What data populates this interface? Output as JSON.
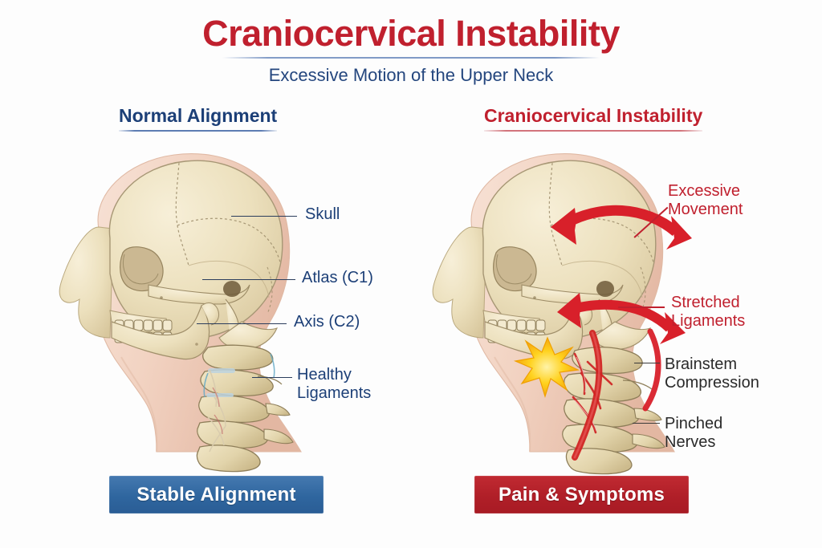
{
  "header": {
    "title": "Craniocervical Instability",
    "subtitle": "Excessive Motion of the Upper Neck",
    "title_color": "#c0202e",
    "subtitle_color": "#24467e"
  },
  "panels": {
    "left": {
      "heading": "Normal Alignment",
      "heading_color": "#1c3f77",
      "banner": "Stable Alignment",
      "banner_color": "#2f669f",
      "labels": [
        {
          "id": "skull",
          "text": "Skull"
        },
        {
          "id": "atlas",
          "text": "Atlas (C1)"
        },
        {
          "id": "axis",
          "text": "Axis (C2)"
        },
        {
          "id": "healthy-ligaments",
          "text": "Healthy\nLigaments"
        }
      ]
    },
    "right": {
      "heading": "Craniocervical Instability",
      "heading_color": "#c0202e",
      "banner": "Pain & Symptoms",
      "banner_color": "#b01f28",
      "labels": [
        {
          "id": "excessive-movement",
          "text": "Excessive\nMovement",
          "color": "#c0202e"
        },
        {
          "id": "stretched-ligaments",
          "text": "Stretched\nLigaments",
          "color": "#c0202e"
        },
        {
          "id": "brainstem-compression",
          "text": "Brainstem\nCompression",
          "color": "#2a2a2a"
        },
        {
          "id": "pinched-nerves",
          "text": "Pinched\nNerves",
          "color": "#2a2a2a"
        }
      ]
    }
  },
  "palette": {
    "background": "#fdfdfd",
    "bone": "#eee3c2",
    "bone_shadow": "#d9c9a0",
    "bone_line": "#7a6a45",
    "skin": "#f3d7c8",
    "skin_shadow": "#e6bda9",
    "arrow_red": "#d8202a",
    "cord_red": "#d02020",
    "pain_yellow": "#ffd21f",
    "navy": "#1c3f77",
    "crimson": "#c0202e"
  }
}
